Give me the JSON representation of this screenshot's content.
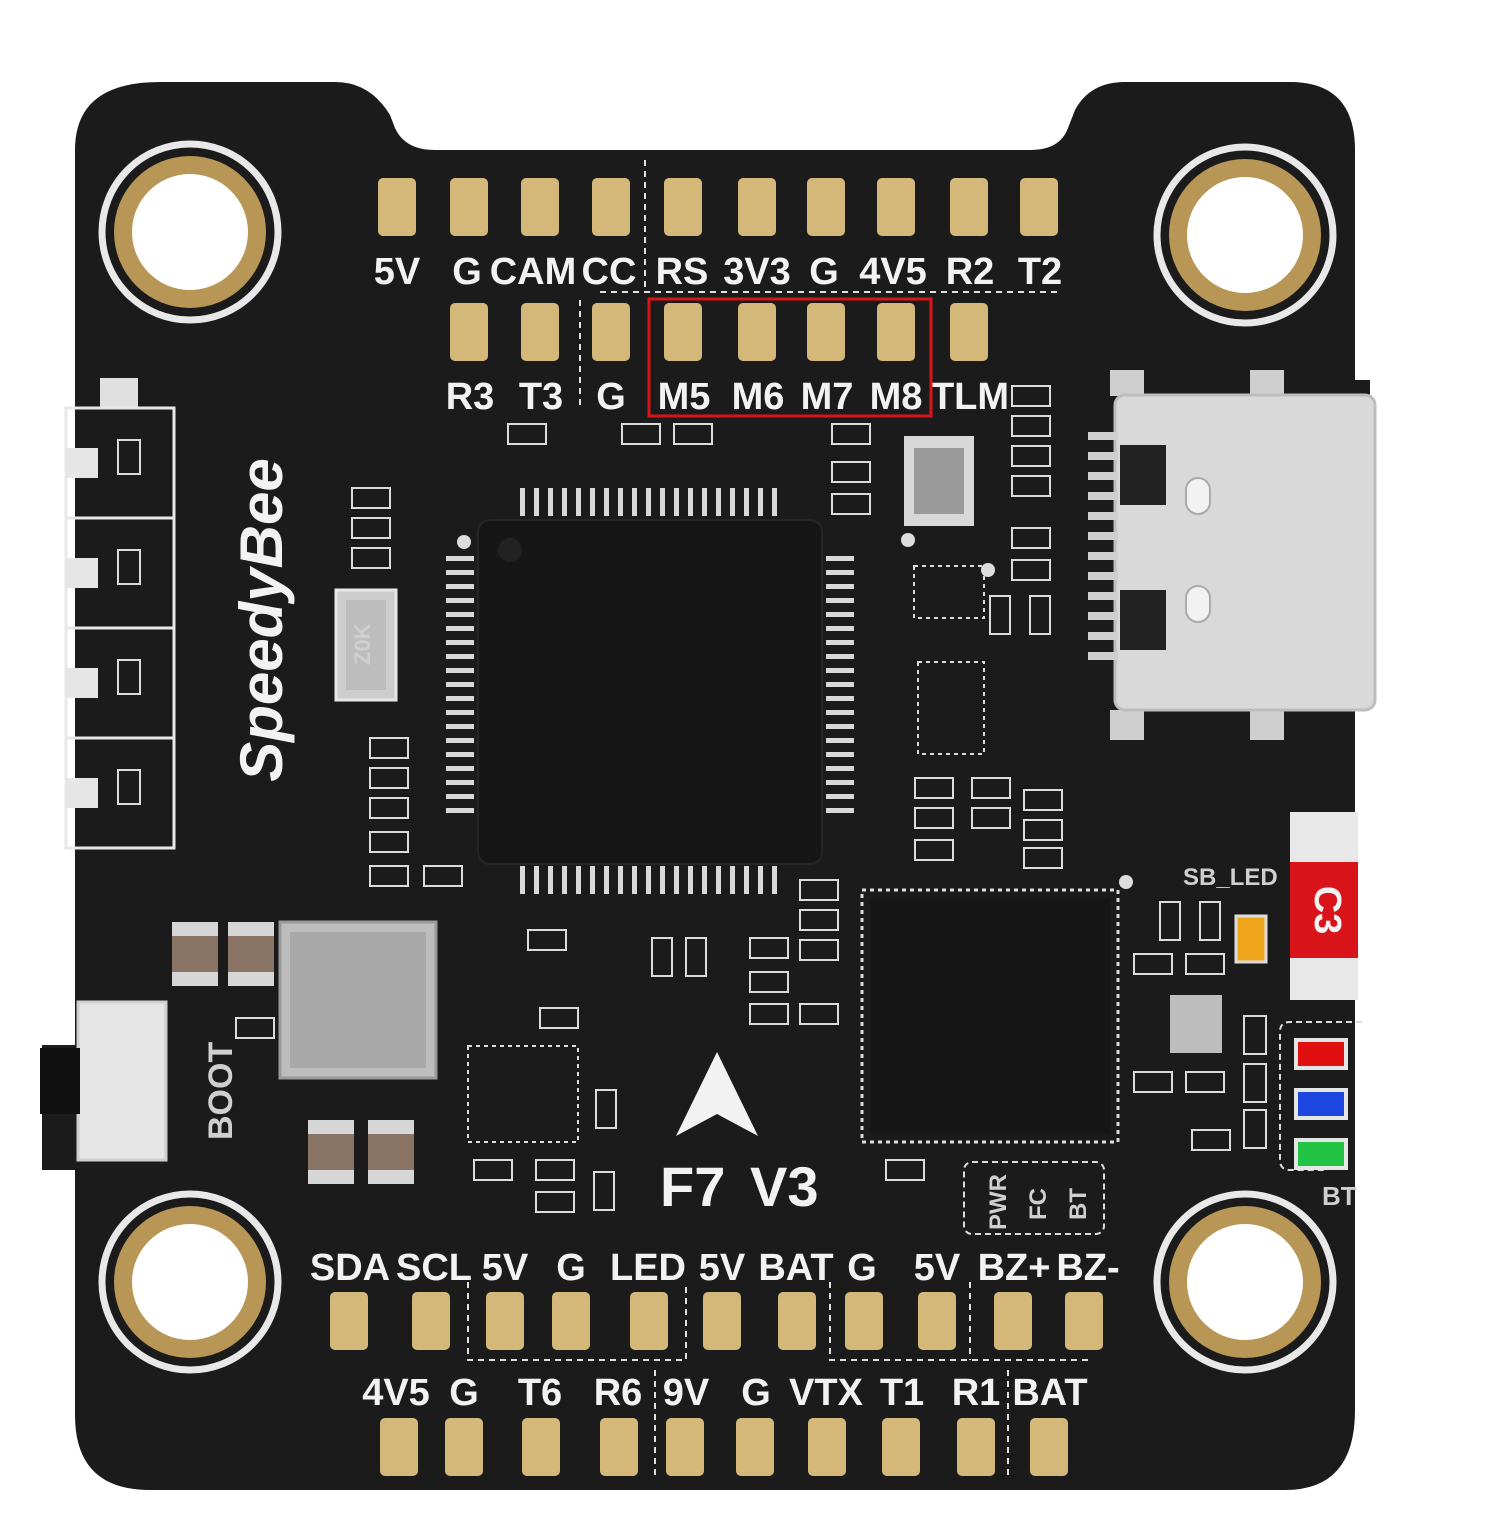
{
  "brand": {
    "logo_text": "SpeedyBee"
  },
  "model_label": {
    "name": "F7",
    "version": "V3"
  },
  "highlight": {
    "color": "#d8141a"
  },
  "colors": {
    "board": "#1b1b1b",
    "pad": "#d4b87a",
    "ring": "#b89655"
  },
  "pads": {
    "top_row": [
      "5V",
      "G",
      "CAM",
      "CC",
      "RS",
      "3V3",
      "G",
      "4V5",
      "R2",
      "T2"
    ],
    "second_row": [
      "R3",
      "T3",
      "G",
      "M5",
      "M6",
      "M7",
      "M8",
      "TLM"
    ],
    "bottom_upper": [
      "SDA",
      "SCL",
      "5V",
      "G",
      "LED",
      "5V",
      "BAT",
      "G",
      "5V",
      "BZ+",
      "BZ-"
    ],
    "bottom_lower": [
      "4V5",
      "G",
      "T6",
      "R6",
      "9V",
      "G",
      "VTX",
      "T1",
      "R1",
      "BAT"
    ]
  },
  "component_labels": {
    "boot": "BOOT",
    "resistor": "Z0K",
    "sb_led": "SB_LED",
    "fuse": "C3",
    "bt": "BT",
    "leds": [
      "PWR",
      "FC",
      "BT"
    ]
  }
}
